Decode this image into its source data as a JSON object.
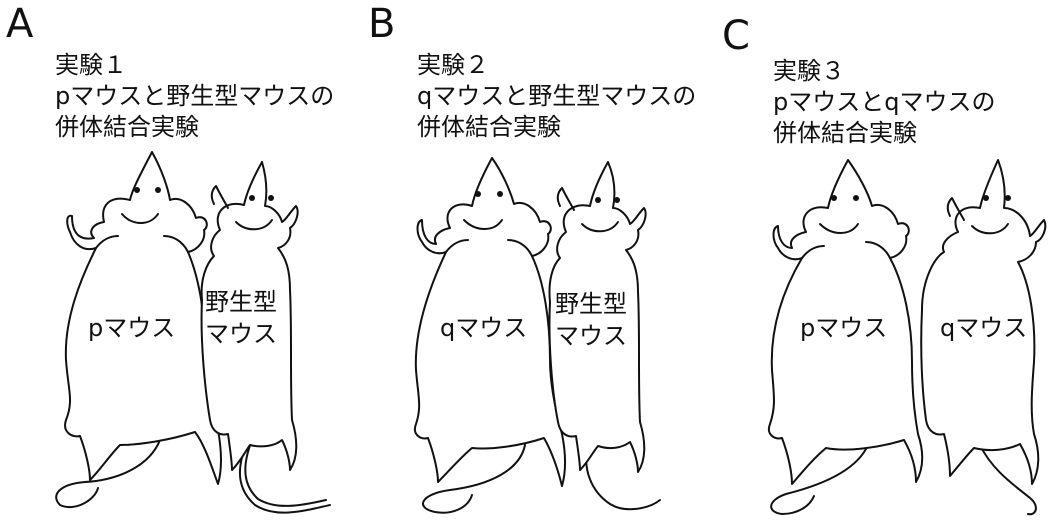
{
  "panels": [
    {
      "letter": "A",
      "caption": [
        "実験１",
        "pマウスと野生型マウスの",
        "併体結合実験"
      ],
      "left_mouse_label": [
        "pマウス"
      ],
      "right_mouse_label": [
        "野生型",
        "マウス"
      ]
    },
    {
      "letter": "B",
      "caption": [
        "実験２",
        "qマウスと野生型マウスの",
        "併体結合実験"
      ],
      "left_mouse_label": [
        "qマウス"
      ],
      "right_mouse_label": [
        "野生型",
        "マウス"
      ]
    },
    {
      "letter": "C",
      "caption": [
        "実験３",
        "pマウスとqマウスの",
        "併体結合実験"
      ],
      "left_mouse_label": [
        "pマウス"
      ],
      "right_mouse_label": [
        "qマウス"
      ]
    }
  ]
}
